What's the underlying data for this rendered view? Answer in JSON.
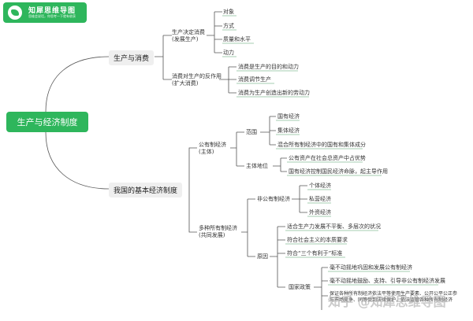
{
  "logo": {
    "name": "知犀思维导图",
    "tagline": "思维会说话，你思考一下就有收获"
  },
  "root": "生产与经济制度",
  "consumption": {
    "label": "生产与消费",
    "determines": {
      "label_lines": [
        "生产决定消费",
        "(发展生产)"
      ],
      "items": [
        "对象",
        "方式",
        "质量和水平",
        "动力"
      ]
    },
    "reaction": {
      "label_lines": [
        "消费对生产的反作用",
        "(扩大消费)"
      ],
      "items": [
        "消费是生产的目的和动力",
        "消费调节生产",
        "消费为生产创造出新的劳动力"
      ]
    }
  },
  "system": {
    "label": "我国的基本经济制度",
    "public": {
      "label_lines": [
        "公有制经济",
        "(主体)"
      ],
      "scope": {
        "label": "范围",
        "items": [
          "国有经济",
          "集体经济",
          "混合所有制经济中的国有和集体成分"
        ]
      },
      "status": {
        "label": "主体地位",
        "items": [
          "公有资产在社会总资产中占优势",
          "国有经济控制国民经济命脉，起主导作用"
        ]
      }
    },
    "multi": {
      "label_lines": [
        "多种所有制经济",
        "(共同发展)"
      ],
      "nonpublic": {
        "label": "非公有制经济",
        "items": [
          "个体经济",
          "私营经济",
          "外资经济"
        ]
      },
      "reasons": {
        "label": "原因",
        "items": [
          "适合生产力发展不平衡、多层次的状况",
          "符合社会主义的本质要求",
          "符合“三个有利于”标准"
        ],
        "policy": {
          "label": "国家政策",
          "items": [
            "毫不动摇地巩固和发展公有制经济",
            "毫不动摇地鼓励、支持、引导非公有制经济发展",
            "保证各种所有制经济依法平等使用生产要素、公开公平公正参与市场竞争、同等受到法律保护，依法监管各种所有制经济"
          ]
        }
      }
    }
  },
  "watermark": "知乎 @知犀思维导图",
  "colors": {
    "accent": "#2eb65c",
    "branch_fill": "#efefef",
    "line": "#555555"
  }
}
